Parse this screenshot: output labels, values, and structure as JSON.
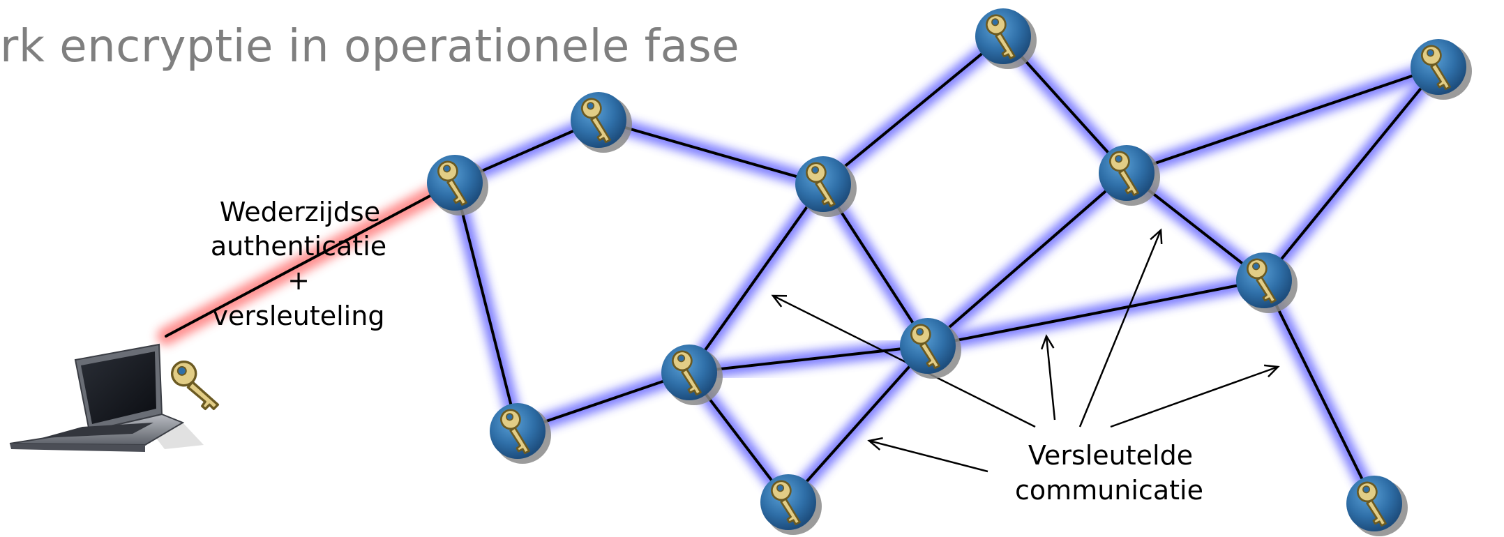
{
  "title": "rk encryptie in operationele fase",
  "labels": {
    "mutual_auth": [
      "Wederzijdse",
      "authenticatie",
      "+",
      "versleuteling"
    ],
    "encrypted_comm": [
      "Versleutelde",
      "communicatie"
    ]
  },
  "colors": {
    "title": "#7f7f7f",
    "link_glow": "#4848ff",
    "auth_glow": "#ff6a6a",
    "node_fill": "#2f6fa8",
    "node_shadow": "#8a8a8a",
    "key": "#d8c27a"
  },
  "icons": {
    "node": "key-node-icon",
    "laptop": "laptop-icon",
    "client_key": "key-icon"
  }
}
